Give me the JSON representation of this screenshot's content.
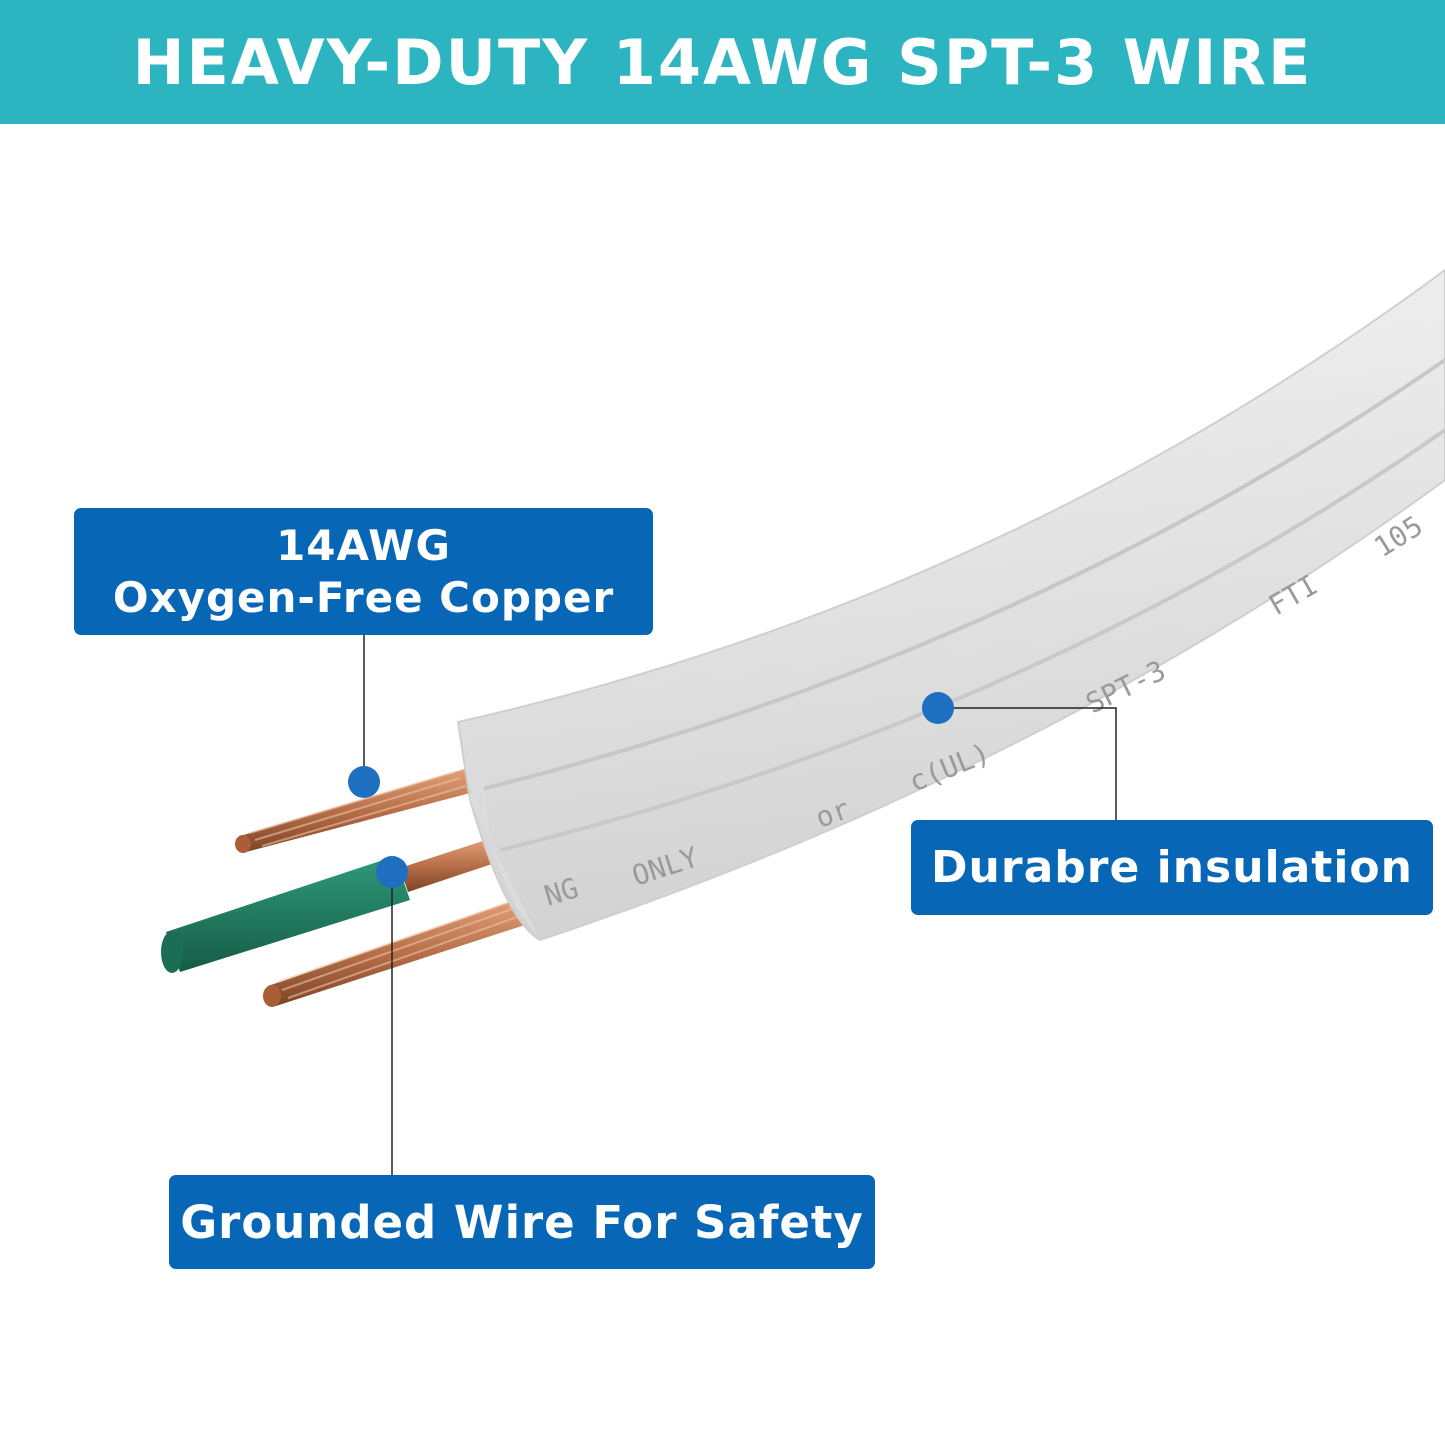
{
  "header": {
    "title": "HEAVY-DUTY 14AWG SPT-3 WIRE",
    "background_color": "#2cb5c1"
  },
  "cable": {
    "jacket_print": [
      "NG",
      "ONLY",
      "or",
      "c(UL)",
      "SPT-3",
      "FTI",
      "105"
    ],
    "jacket_color": "#e6e6e6",
    "copper_color": "#c07a52",
    "ground_insulation_color": "#1f7a5e"
  },
  "callouts": {
    "copper": {
      "line1": "14AWG",
      "line2": "Oxygen-Free Copper"
    },
    "insulation": {
      "label": "Durabre insulation"
    },
    "ground": {
      "label": "Grounded Wire For Safety"
    }
  },
  "colors": {
    "callout_bg": "#0866b6",
    "marker": "#1f6fc0",
    "leader_line": "#222222"
  }
}
